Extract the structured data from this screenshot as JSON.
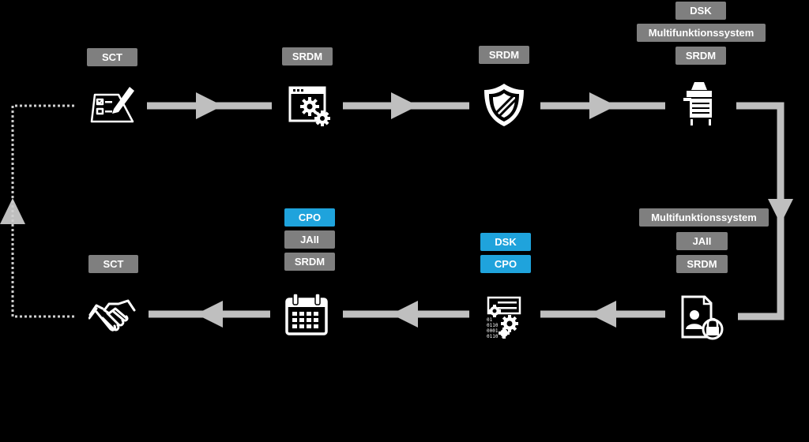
{
  "colors": {
    "background": "#000000",
    "tag_gray": "#7f7f7f",
    "tag_blue": "#1fa3dc",
    "arrow": "#bfbfbf",
    "icon": "#ffffff"
  },
  "top_row": [
    {
      "icon": "checklist-pencil-icon",
      "tags": [
        {
          "text": "SCT",
          "color": "gray"
        }
      ]
    },
    {
      "icon": "browser-gears-icon",
      "tags": [
        {
          "text": "SRDM",
          "color": "gray"
        }
      ]
    },
    {
      "icon": "shield-icon",
      "tags": [
        {
          "text": "SRDM",
          "color": "gray"
        }
      ]
    },
    {
      "icon": "printer-icon",
      "tags": [
        {
          "text": "DSK",
          "color": "gray"
        },
        {
          "text": "Multifunktionssystem",
          "color": "gray"
        },
        {
          "text": "SRDM",
          "color": "gray"
        }
      ]
    }
  ],
  "bottom_row": [
    {
      "icon": "document-lock-icon",
      "tags": [
        {
          "text": "Multifunktionssystem",
          "color": "gray"
        },
        {
          "text": "JAII",
          "color": "gray"
        },
        {
          "text": "SRDM",
          "color": "gray"
        }
      ]
    },
    {
      "icon": "binary-gears-icon",
      "tags": [
        {
          "text": "DSK",
          "color": "blue"
        },
        {
          "text": "CPO",
          "color": "blue"
        }
      ]
    },
    {
      "icon": "calendar-icon",
      "tags": [
        {
          "text": "CPO",
          "color": "blue"
        },
        {
          "text": "JAII",
          "color": "gray"
        },
        {
          "text": "SRDM",
          "color": "gray"
        }
      ]
    },
    {
      "icon": "handshake-icon",
      "tags": [
        {
          "text": "SCT",
          "color": "gray"
        }
      ]
    }
  ]
}
